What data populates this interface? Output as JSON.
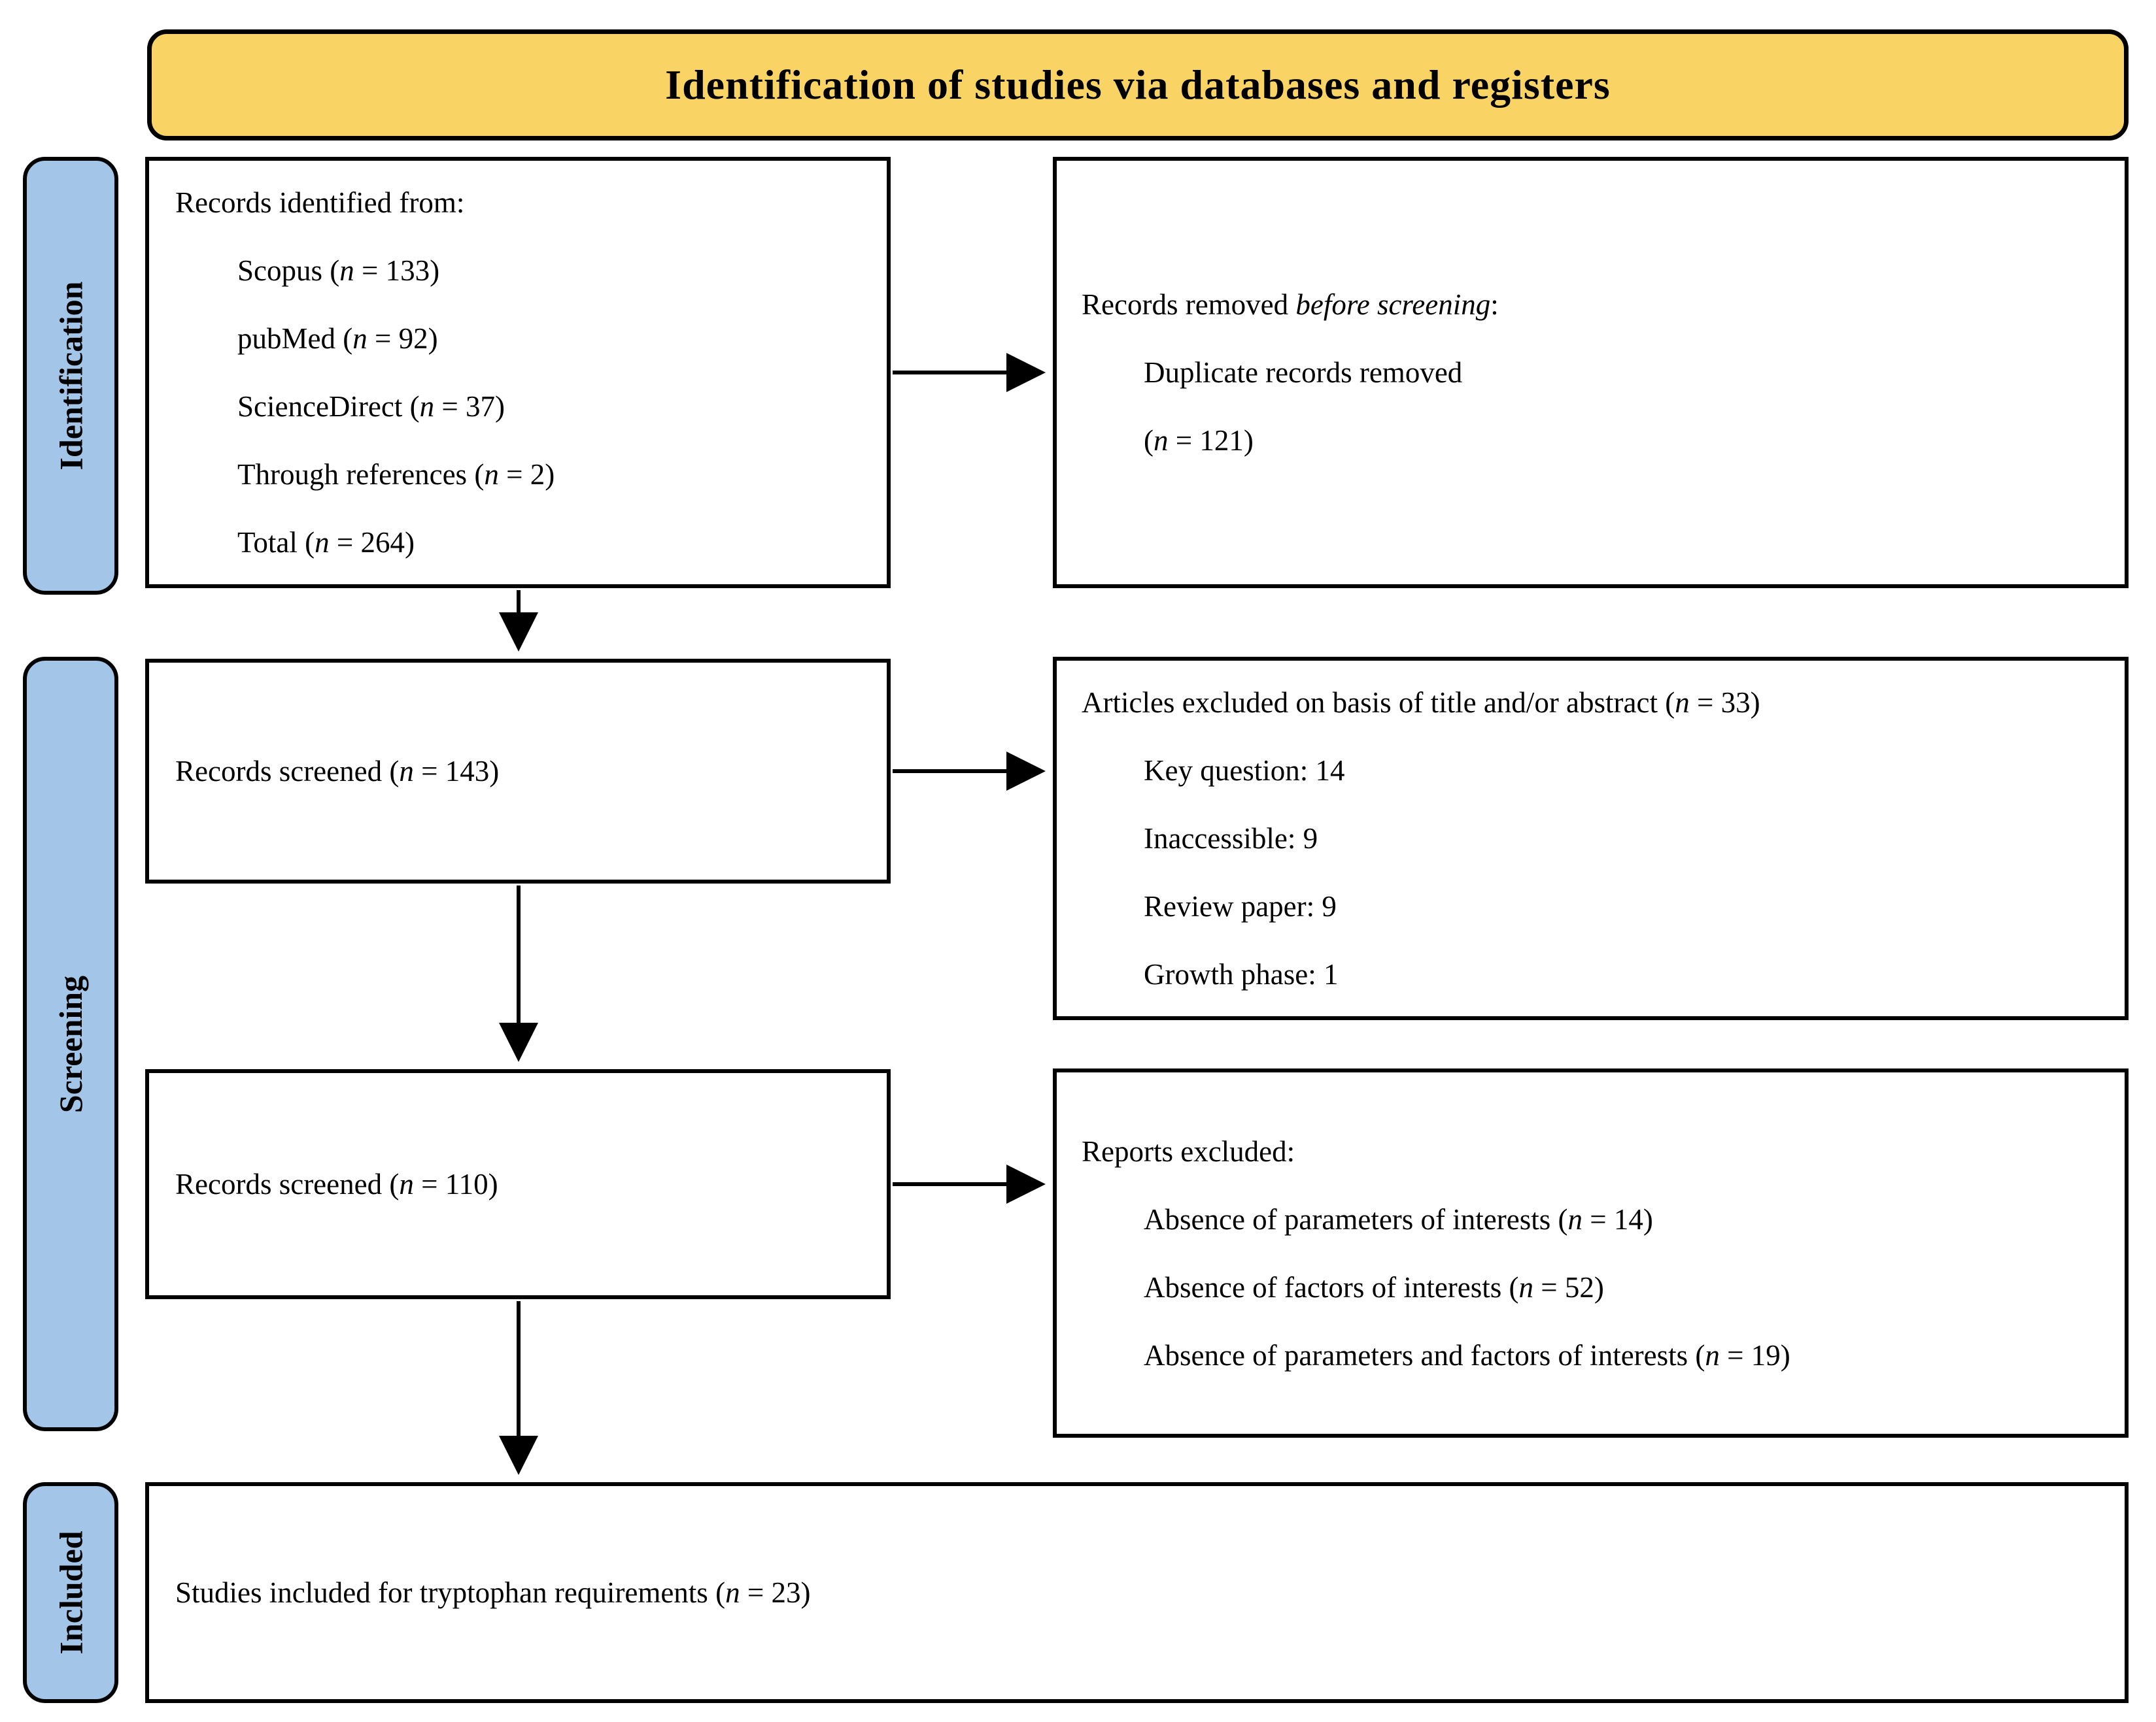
{
  "banner": {
    "text": "Identification of studies via databases and registers",
    "fill": "#F9D464",
    "border_color": "#000000"
  },
  "sidebar": {
    "fill": "#A3C6E8",
    "labels": [
      {
        "id": "identification",
        "text": "Identification"
      },
      {
        "id": "screening",
        "text": "Screening"
      },
      {
        "id": "included",
        "text": "Included"
      }
    ]
  },
  "boxes": {
    "records_identified": {
      "lines": [
        {
          "text": "Records identified from:",
          "indent": 0
        },
        {
          "text": "Scopus",
          "n": "133",
          "indent": 1
        },
        {
          "text": "pubMed",
          "n": "92",
          "indent": 1
        },
        {
          "text": "ScienceDirect",
          "n": "37",
          "indent": 1
        },
        {
          "text": "Through references",
          "n": "2",
          "indent": 1
        },
        {
          "text": "Total",
          "n": "264",
          "indent": 1
        }
      ]
    },
    "records_removed": {
      "lines": [
        {
          "text": "Records removed ",
          "italic": "before screening",
          "tail": ":",
          "indent": 0
        },
        {
          "text": "Duplicate records removed",
          "indent": 1
        },
        {
          "n": "121",
          "indent": 1
        }
      ]
    },
    "records_screened_143": {
      "lines": [
        {
          "text": "Records screened",
          "n": "143",
          "indent": 0
        }
      ]
    },
    "articles_excluded": {
      "lines": [
        {
          "text": "Articles excluded on basis of title and/or abstract",
          "n": "33",
          "indent": 0
        },
        {
          "text": "Key question: 14",
          "indent": 1
        },
        {
          "text": "Inaccessible: 9",
          "indent": 1
        },
        {
          "text": "Review paper: 9",
          "indent": 1
        },
        {
          "text": "Growth phase: 1",
          "indent": 1
        }
      ]
    },
    "records_screened_110": {
      "lines": [
        {
          "text": "Records screened",
          "n": "110",
          "indent": 0
        }
      ]
    },
    "reports_excluded": {
      "lines": [
        {
          "text": "Reports excluded:",
          "indent": 0
        },
        {
          "text": "Absence of parameters of interests",
          "n": "14",
          "indent": 1
        },
        {
          "text": "Absence of factors of interests ",
          "n": "52",
          "indent": 1
        },
        {
          "text": "Absence of parameters and factors of interests",
          "n": "19",
          "indent": 1
        }
      ]
    },
    "studies_included": {
      "lines": [
        {
          "text": "Studies included for tryptophan requirements",
          "n": "23",
          "indent": 0
        }
      ]
    }
  },
  "arrow_color": "#000000"
}
